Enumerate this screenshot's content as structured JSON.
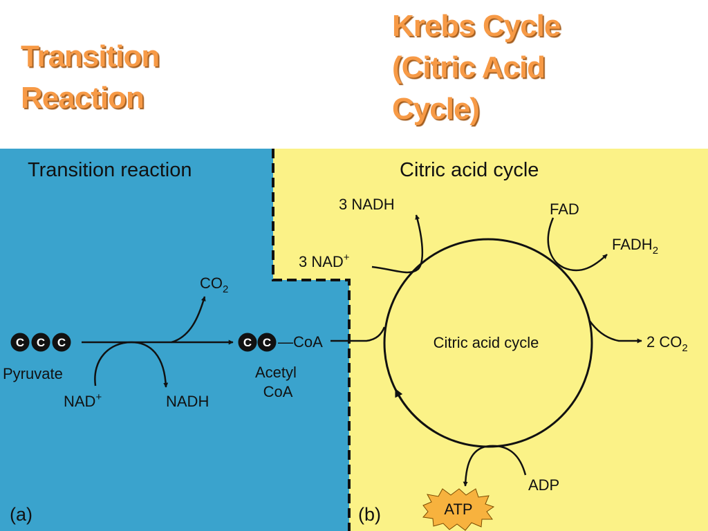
{
  "slide": {
    "title_left": [
      "Transition",
      "Reaction"
    ],
    "title_right": [
      "Krebs Cycle",
      "(Citric Acid",
      "Cycle)"
    ]
  },
  "colors": {
    "title_orange": "#f79a46",
    "panel_blue": "#3aa3cd",
    "panel_yellow": "#fbf287",
    "atp_starburst": "#f7b23e"
  },
  "diagram": {
    "panel_a": {
      "heading": "Transition reaction",
      "label": "(a)",
      "pyruvate_carbons": [
        "C",
        "C",
        "C"
      ],
      "pyruvate_label": "Pyruvate",
      "nad_in": "NAD",
      "nad_in_sup": "+",
      "nadh_out": "NADH",
      "co2_out": "CO",
      "co2_sub": "2",
      "acetyl_carbons": [
        "C",
        "C"
      ],
      "coa_attach": "—CoA",
      "acetyl_label": [
        "Acetyl",
        "CoA"
      ]
    },
    "panel_b": {
      "heading": "Citric acid cycle",
      "label": "(b)",
      "center_label": "Citric acid cycle",
      "nad_in": "3 NAD",
      "nad_in_sup": "+",
      "nadh_out": "3 NADH",
      "fad_in": "FAD",
      "fadh_out": "FADH",
      "fadh_sub": "2",
      "co2_out": "2 CO",
      "co2_sub": "2",
      "adp_in": "ADP",
      "atp_out": "ATP"
    }
  }
}
